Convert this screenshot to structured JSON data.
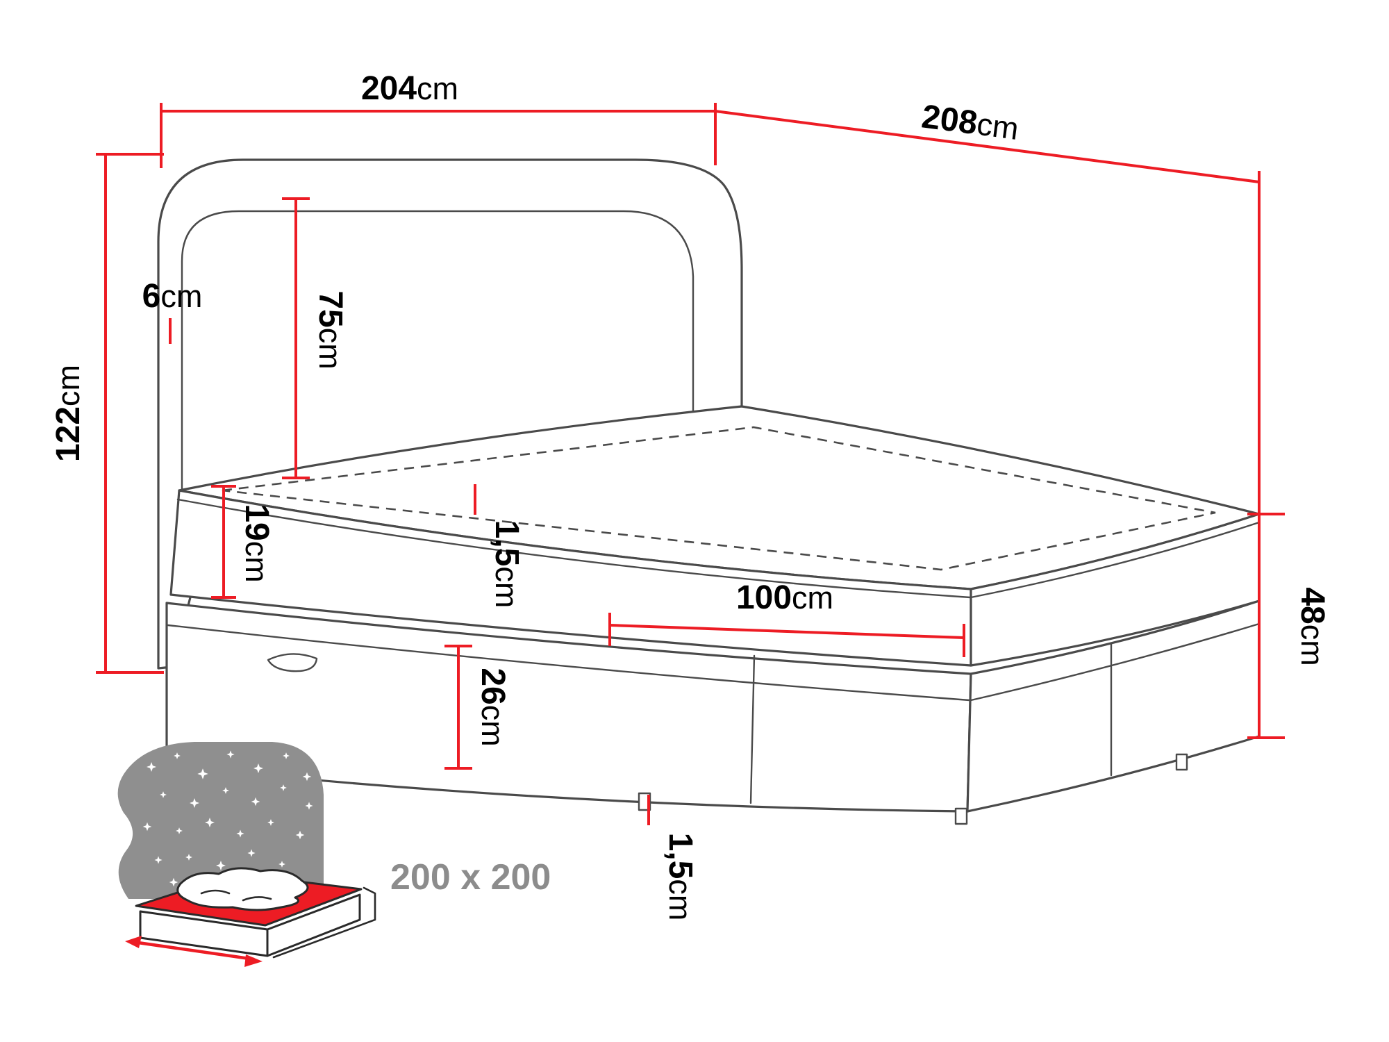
{
  "page": {
    "background": "#ffffff"
  },
  "colors": {
    "dimension_red": "#ed1c24",
    "outline_gray": "#4a4a4a",
    "icon_gray": "#8f8f8f",
    "text_black": "#000000",
    "size_text_gray": "#8c8c8c"
  },
  "dimensions": {
    "width_top": {
      "value": "204",
      "unit": "cm"
    },
    "length_top": {
      "value": "208",
      "unit": "cm"
    },
    "total_height": {
      "value": "122",
      "unit": "cm"
    },
    "headboard_frame": {
      "value": "6",
      "unit": "cm"
    },
    "headboard_height": {
      "value": "75",
      "unit": "cm"
    },
    "mattress_height": {
      "value": "19",
      "unit": "cm"
    },
    "topper_seam": {
      "value": "1,5",
      "unit": "cm"
    },
    "storage_box_length": {
      "value": "100",
      "unit": "cm"
    },
    "base_box_height": {
      "value": "26",
      "unit": "cm"
    },
    "foot_end_height": {
      "value": "48",
      "unit": "cm"
    },
    "leg_height": {
      "value": "1,5",
      "unit": "cm"
    }
  },
  "size_badge": {
    "label": "200 x 200"
  }
}
